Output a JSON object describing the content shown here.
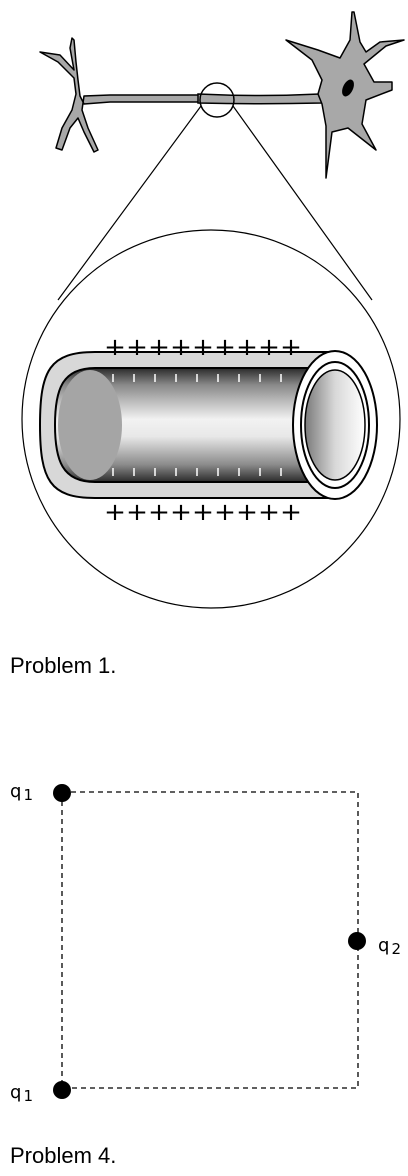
{
  "problem1": {
    "caption": "Problem 1.",
    "top_charges": "+++++++++",
    "bottom_charges": "+++++++++"
  },
  "problem4": {
    "caption": "Problem 4.",
    "charges": [
      {
        "name": "q",
        "sub": "1"
      },
      {
        "name": "q",
        "sub": "2"
      },
      {
        "name": "q",
        "sub": "1"
      }
    ]
  }
}
